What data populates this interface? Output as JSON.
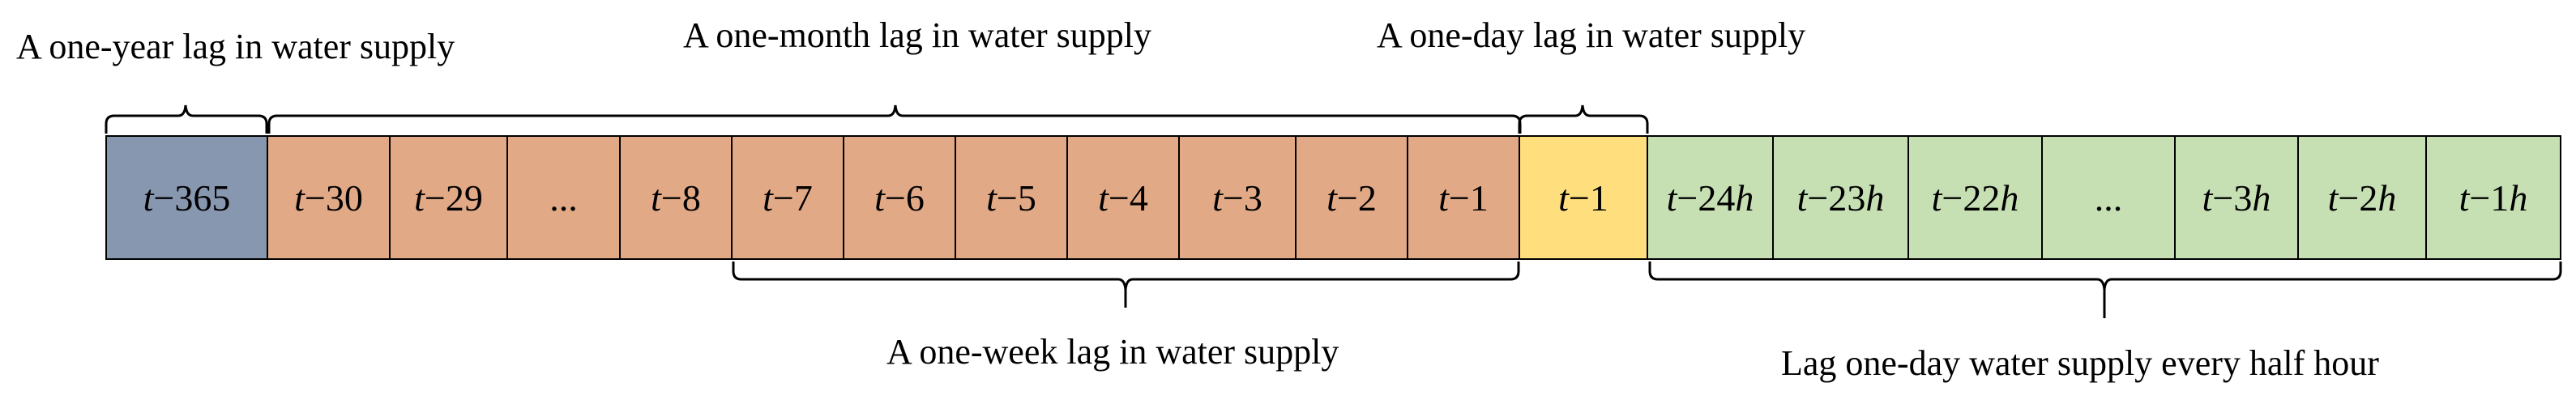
{
  "labels": {
    "year": "A one-year lag in water supply",
    "month": "A one-month lag in water supply",
    "day": "A one-day lag in water supply",
    "week": "A one-week lag in water supply",
    "half_hour": "Lag one-day water supply every half hour"
  },
  "cells": [
    {
      "var": "t",
      "op": "−",
      "num": "365",
      "unit": "",
      "group": "year"
    },
    {
      "var": "t",
      "op": "−",
      "num": "30",
      "unit": "",
      "group": "month"
    },
    {
      "var": "t",
      "op": "−",
      "num": "29",
      "unit": "",
      "group": "month"
    },
    {
      "var": "",
      "op": "",
      "num": "...",
      "unit": "",
      "group": "month"
    },
    {
      "var": "t",
      "op": "−",
      "num": "8",
      "unit": "",
      "group": "month"
    },
    {
      "var": "t",
      "op": "−",
      "num": "7",
      "unit": "",
      "group": "month"
    },
    {
      "var": "t",
      "op": "−",
      "num": "6",
      "unit": "",
      "group": "month"
    },
    {
      "var": "t",
      "op": "−",
      "num": "5",
      "unit": "",
      "group": "month"
    },
    {
      "var": "t",
      "op": "−",
      "num": "4",
      "unit": "",
      "group": "month"
    },
    {
      "var": "t",
      "op": "−",
      "num": "3",
      "unit": "",
      "group": "month"
    },
    {
      "var": "t",
      "op": "−",
      "num": "2",
      "unit": "",
      "group": "month"
    },
    {
      "var": "t",
      "op": "−",
      "num": "1",
      "unit": "",
      "group": "month"
    },
    {
      "var": "t",
      "op": "−",
      "num": "1",
      "unit": "",
      "group": "day"
    },
    {
      "var": "t",
      "op": "−",
      "num": "24",
      "unit": "h",
      "group": "hour"
    },
    {
      "var": "t",
      "op": "−",
      "num": "23",
      "unit": "h",
      "group": "hour"
    },
    {
      "var": "t",
      "op": "−",
      "num": "22",
      "unit": "h",
      "group": "hour"
    },
    {
      "var": "",
      "op": "",
      "num": "...",
      "unit": "",
      "group": "hour"
    },
    {
      "var": "t",
      "op": "−",
      "num": "3",
      "unit": "h",
      "group": "hour"
    },
    {
      "var": "t",
      "op": "−",
      "num": "2",
      "unit": "h",
      "group": "hour"
    },
    {
      "var": "t",
      "op": "−",
      "num": "1",
      "unit": "h",
      "group": "hour"
    }
  ],
  "colors": {
    "year": "#8897b0",
    "month": "#e2a986",
    "day": "#ffde7d",
    "hour": "#c6e0b4"
  }
}
